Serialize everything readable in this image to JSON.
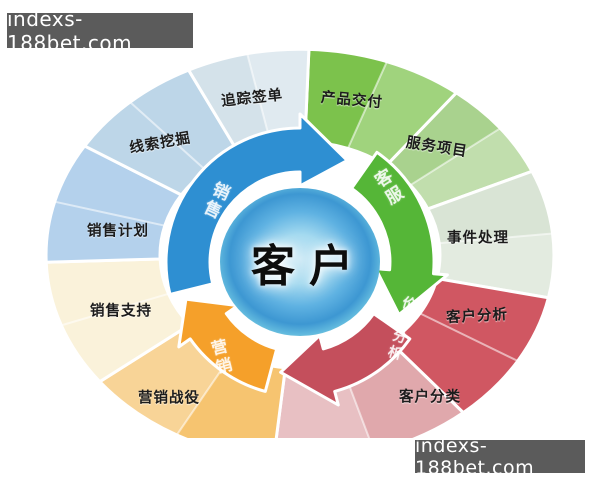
{
  "watermark": {
    "text": "indexs-188bet.com",
    "background": "#5b5b5b"
  },
  "center": {
    "label": "客户",
    "color": "#3d97d2"
  },
  "arrows": [
    {
      "name": "sales",
      "label": "销售",
      "color": "#2e8fd2"
    },
    {
      "name": "customer-service",
      "label": "客服",
      "color": "#55b637"
    },
    {
      "name": "value-analysis",
      "label": "价值分析",
      "color": "#c44f5c"
    },
    {
      "name": "marketing",
      "label": "营销",
      "color": "#f5a02a"
    }
  ],
  "segments": [
    {
      "label": "产品交付",
      "color": "#7cc24c"
    },
    {
      "label": "服务项目",
      "color": "#a9d28e"
    },
    {
      "label": "事件处理",
      "color": "#d9e4d5"
    },
    {
      "label": "客户分析",
      "color": "#d05762"
    },
    {
      "label": "客户分类",
      "color": "#e0a8ac"
    },
    {
      "label": "营销战役",
      "color": "#f6c470"
    },
    {
      "label": "销售支持",
      "color": "#faf2da"
    },
    {
      "label": "销售计划",
      "color": "#b4d1ec"
    },
    {
      "label": "线索挖掘",
      "color": "#bdd6e8"
    },
    {
      "label": "追踪签单",
      "color": "#d4e2ea"
    }
  ]
}
